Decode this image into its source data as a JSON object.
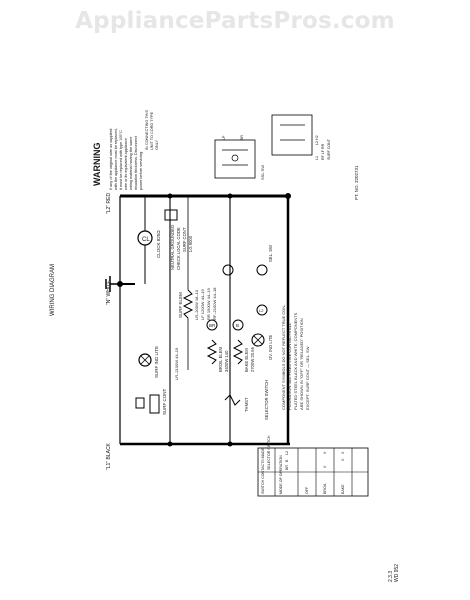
{
  "watermark": "AppliancePartsPros.com",
  "diagram": {
    "title": "WIRING DIAGRAM",
    "wire_labels": {
      "black": "\"L1\" BLACK",
      "white": "\"N\" WHITE",
      "red": "\"L2\" RED"
    },
    "components": {
      "surf_ind_lite": "SURF IND LITE",
      "surf_cont": "SURF CONT",
      "clock": "CLOCK 825Ω",
      "ground_note_1": "NEUTRAL GROUNDED",
      "ground_note_2": "CHECK LOCAL CODE",
      "lr_surf": "SURF CONT",
      "lr_surf_sub": "LG 9000",
      "surf_elem": "SURF ELEM",
      "elem_ratings": [
        "LR–200W 18–10",
        "LF 1200W  44–19",
        "RR 1500W  44–19",
        "RF–2100W  44–18"
      ],
      "lr_code": "LR–2100W 44–19",
      "broil_elem": "BROIL ELEM",
      "broil_rating": "3400W 140",
      "bake_elem": "BAKE ELEM",
      "bake_rating": "2700W  20.66",
      "oven_lite": "OV. IND LITE",
      "selector_switch": "SELECTOR SWITCH",
      "thermostat": "THMST",
      "sel_sw": "SEL. SW",
      "bake_letter": "B",
      "broil_letter": "BR",
      "l2_letter": "L2"
    },
    "warning": {
      "title": "WARNING",
      "lines": [
        "If any of the original wire as supplied",
        "with the appliance must be replaced,",
        "it must be replaced with type 105°C",
        "wire or its equivalent appliance",
        "wiring material having the same",
        "insulation thickness. Disconnect",
        "power before servicing."
      ]
    },
    "connection_note": [
      "IN CONNECTING THIS",
      "UNIT TO CORD TYPE",
      "ONLY"
    ],
    "component_note": [
      "COMPONENT SYMBOLS DO NOT REFLECT TRUE CON-",
      "FIGURATION.  ALL FIXED LINE CONTACTS ALL",
      "PLATED STEEL BLACK AND WHITE.  COMPONENTS",
      "ARE SHOWN IN \"OFF\" OR \"RELAXED\" POSITION",
      "EXCEPT: SURF CONT — SEL. SW"
    ],
    "switch_table": {
      "header": [
        "SWITCH CONTACTS MADE",
        "SELECTOR SWITCH"
      ],
      "subheader": [
        "MODE OF OPERATION",
        "BR",
        "B",
        "L2"
      ],
      "rows": [
        [
          "OFF",
          "",
          "",
          ""
        ],
        [
          "BROIL",
          "X",
          "",
          "X"
        ],
        [
          "BAKE",
          "",
          "X",
          "X"
        ]
      ]
    },
    "inset_top_labels": [
      "LP",
      "BR",
      "SSL SW"
    ],
    "inset_bottom_labels": [
      "L1",
      "L2 H2",
      "RF LF RR",
      "SURF CONT"
    ],
    "part_number": "PT. NO. 3202731",
    "doc_id": [
      "2.3.3",
      "WD 952"
    ]
  }
}
